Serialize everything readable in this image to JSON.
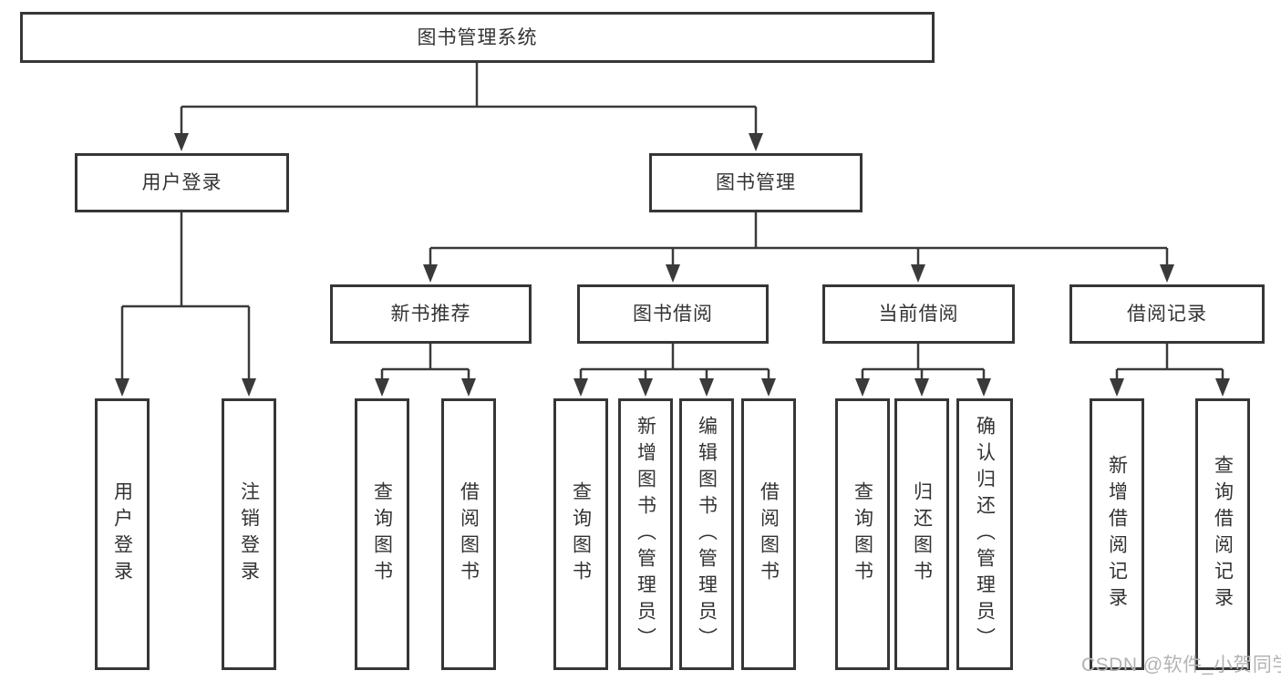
{
  "tree": {
    "root": {
      "label": "图书管理系统"
    },
    "branches": [
      {
        "label": "用户登录",
        "children": [
          "用户登录",
          "注销登录"
        ]
      },
      {
        "label": "图书管理",
        "children": [
          {
            "label": "新书推荐",
            "children": [
              "查询图书",
              "借阅图书"
            ]
          },
          {
            "label": "图书借阅",
            "children": [
              "查询图书",
              "新增图书（管理员）",
              "编辑图书（管理员）",
              "借阅图书"
            ]
          },
          {
            "label": "当前借阅",
            "children": [
              "查询图书",
              "归还图书",
              "确认归还（管理员）"
            ]
          },
          {
            "label": "借阅记录",
            "children": [
              "新增借阅记录",
              "查询借阅记录"
            ]
          }
        ]
      }
    ]
  },
  "watermark": "CSDN @软件_小贺同学",
  "colors": {
    "stroke": "#3a3a3a",
    "text": "#333333",
    "box_background": "#ffffff",
    "watermark": "#b3b3b3"
  }
}
